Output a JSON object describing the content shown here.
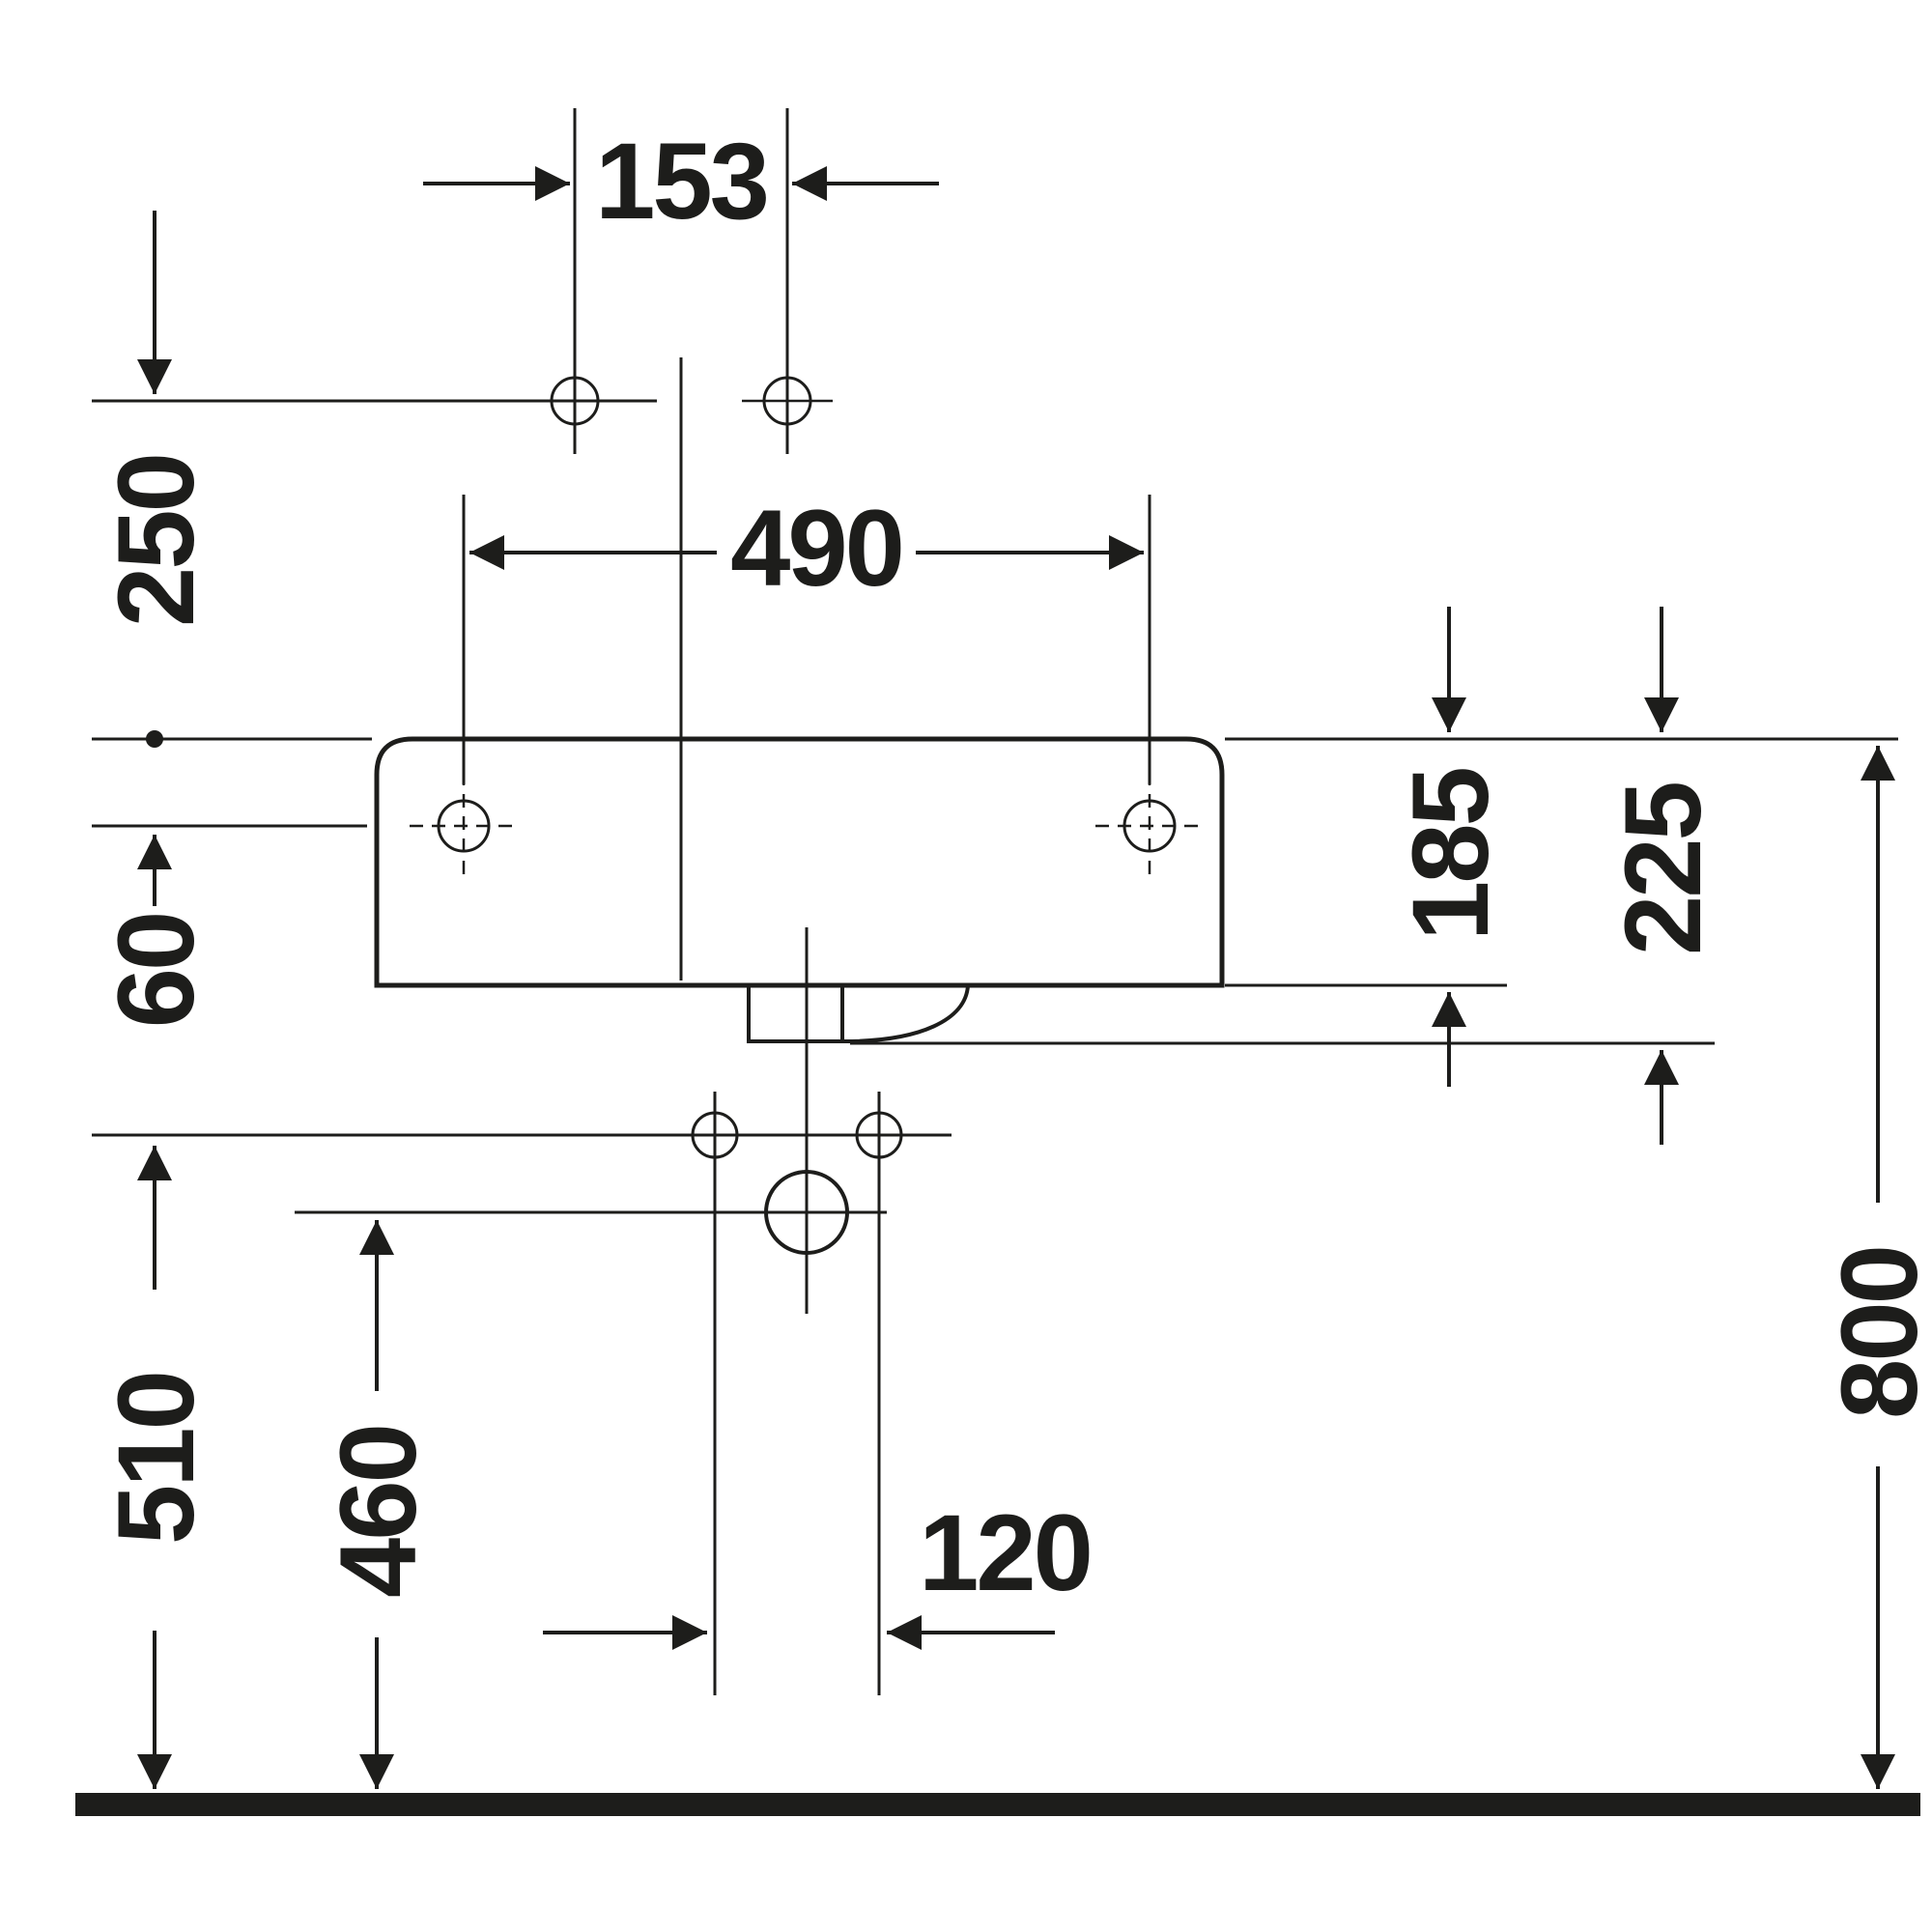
{
  "diagram": {
    "type": "technical-dimension-drawing",
    "units": "mm",
    "line_color": "#1d1d1b",
    "background_color": "#ffffff",
    "dimensions": {
      "tap_hole_spacing": "153",
      "tap_line_to_basin_top": "250",
      "fixing_hole_spacing": "490",
      "basin_top_to_fixing_holes": "60",
      "basin_height": "185",
      "basin_top_to_outlet_bottom": "225",
      "basin_top_above_floor": "800",
      "connection_line_height": "510",
      "drain_line_height": "460",
      "connection_hole_spacing": "120"
    }
  }
}
